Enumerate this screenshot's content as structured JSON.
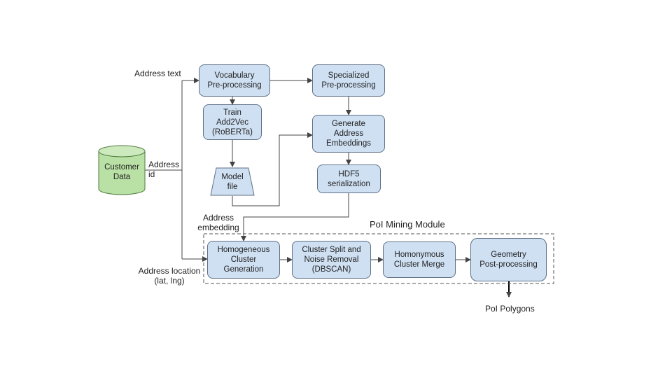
{
  "nodes": {
    "customer_data": "Customer\nData",
    "vocab_preprocessing": "Vocabulary\nPre-processing",
    "specialized_preprocessing": "Specialized\nPre-processing",
    "train_add2vec": "Train\nAdd2Vec\n(RoBERTa)",
    "generate_embeddings": "Generate\nAddress\nEmbeddings",
    "model_file": "Model\nfile",
    "hdf5": "HDF5\nserialization",
    "homogeneous": "Homogeneous\nCluster\nGeneration",
    "cluster_split": "Cluster Split and\nNoise Removal\n(DBSCAN)",
    "homonymous": "Homonymous\nCluster Merge",
    "geometry": "Geometry\nPost-processing"
  },
  "labels": {
    "address_text": "Address text",
    "address_id": "Address\nid",
    "address_embedding": "Address\nembedding",
    "poi_module": "PoI Mining Module",
    "address_location": "Address location\n(lat, lng)",
    "poi_polygons": "PoI Polygons"
  },
  "colors": {
    "box_fill": "#cfe0f3",
    "box_border": "#5f6f86",
    "cylinder_fill": "#b9e0a5",
    "cylinder_border": "#4f7a3c",
    "line": "#444444"
  }
}
